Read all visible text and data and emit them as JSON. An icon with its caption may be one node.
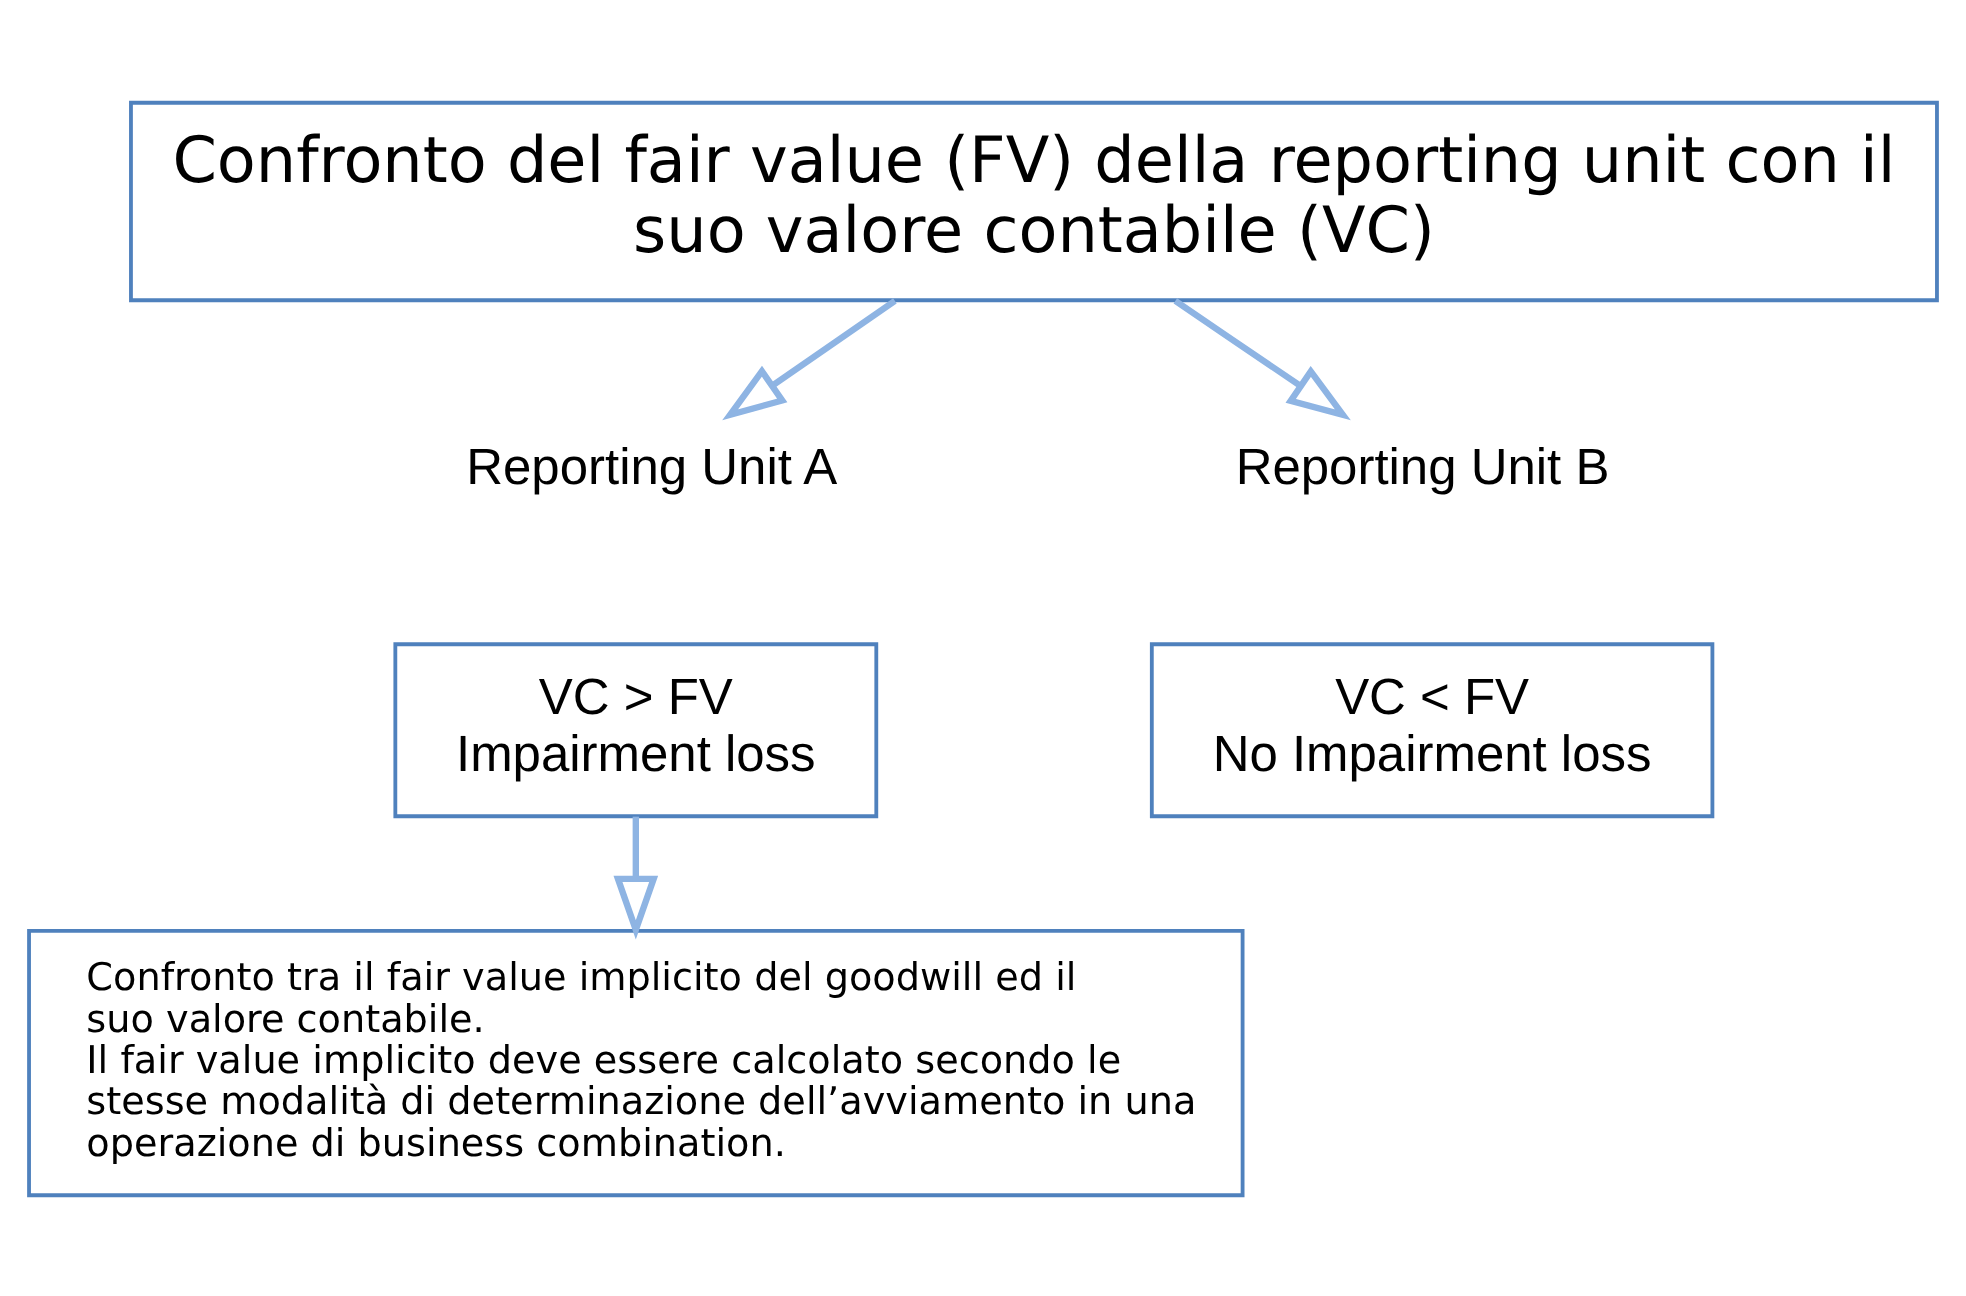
{
  "diagram": {
    "nodes": [
      {
        "text": [
          "Confronto del fair value (FV) della reporting unit con il suo valore contabile (VC)"
        ]
      },
      {
        "text": [
          "Reporting Unit A"
        ]
      },
      {
        "text": [
          "Reporting Unit B"
        ]
      },
      {
        "text": [
          "VC > FV",
          "Impairment loss"
        ]
      },
      {
        "text": [
          "VC < FV",
          "No Impairment loss"
        ]
      },
      {
        "text": [
          "Confronto tra il fair value implicito del goodwill ed il suo valore contabile.",
          "Il fair value implicito deve essere calcolato secondo le stesse modalità di determinazione dell’avviamento in una operazione di business combination."
        ]
      }
    ],
    "edges": [
      {
        "from": 0,
        "to": 1,
        "arrow": "to"
      },
      {
        "from": 0,
        "to": 2,
        "arrow": "to"
      },
      {
        "from": 3,
        "to": 5,
        "arrow": "to"
      }
    ]
  }
}
